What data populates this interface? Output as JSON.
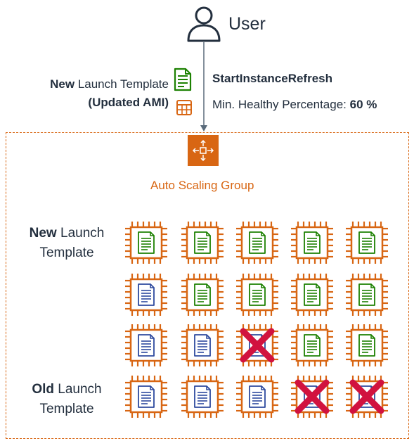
{
  "user": {
    "label": "User",
    "icon": "user-icon"
  },
  "launch_template": {
    "prefix": "New",
    "suffix": " Launch Template",
    "updated": "(Updated AMI)",
    "doc_icon": "document-icon",
    "grid_icon": "table-icon"
  },
  "instance_refresh": {
    "title": "StartInstanceRefresh",
    "min_label": "Min. Healthy Percentage: ",
    "min_value": "60 %"
  },
  "asg": {
    "label": "Auto Scaling Group",
    "icon": "auto-scaling-icon"
  },
  "rows_labels": {
    "new": {
      "bold": "New",
      "rest": " Launch",
      "line2": "Template"
    },
    "old": {
      "bold": "Old",
      "rest": " Launch",
      "line2": "Template"
    }
  },
  "instances": [
    [
      "new",
      "new",
      "new",
      "new",
      "new"
    ],
    [
      "old",
      "new",
      "new",
      "new",
      "new"
    ],
    [
      "old",
      "old",
      "old-x",
      "new",
      "new"
    ],
    [
      "old",
      "old",
      "old",
      "old-x",
      "old-x"
    ]
  ],
  "colors": {
    "orange": "#d86613",
    "green": "#1d8102",
    "blue": "#2e4a9e",
    "red": "#d1123f",
    "dark": "#232f3e"
  }
}
